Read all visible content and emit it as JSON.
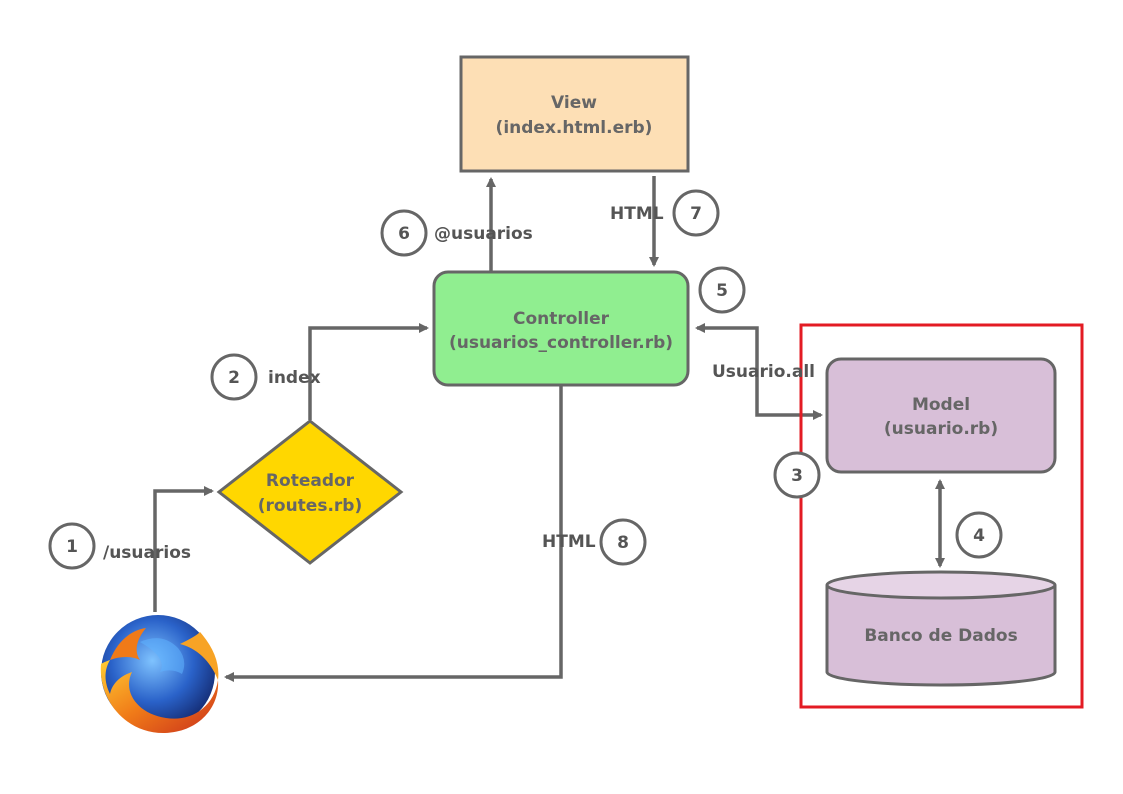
{
  "nodes": {
    "view": {
      "line1": "View",
      "line2": "(index.html.erb)",
      "fill": "#fddfb5"
    },
    "controller": {
      "line1": "Controller",
      "line2": "(usuarios_controller.rb)",
      "fill": "#90ee90"
    },
    "router": {
      "line1": "Roteador",
      "line2": "(routes.rb)",
      "fill": "#ffd700"
    },
    "model": {
      "line1": "Model",
      "line2": "(usuario.rb)",
      "fill": "#d8bfd8"
    },
    "database": {
      "label": "Banco de Dados",
      "fill": "#d8bfd8"
    }
  },
  "edges": {
    "usuarios_path": "/usuarios",
    "index": "index",
    "at_usuarios": "@usuarios",
    "html_view": "HTML",
    "usuario_all": "Usuario.all",
    "html_browser": "HTML"
  },
  "steps": [
    "1",
    "2",
    "3",
    "4",
    "5",
    "6",
    "7",
    "8"
  ],
  "highlight_color": "#e31b23",
  "icons": {
    "browser": "firefox-icon"
  }
}
